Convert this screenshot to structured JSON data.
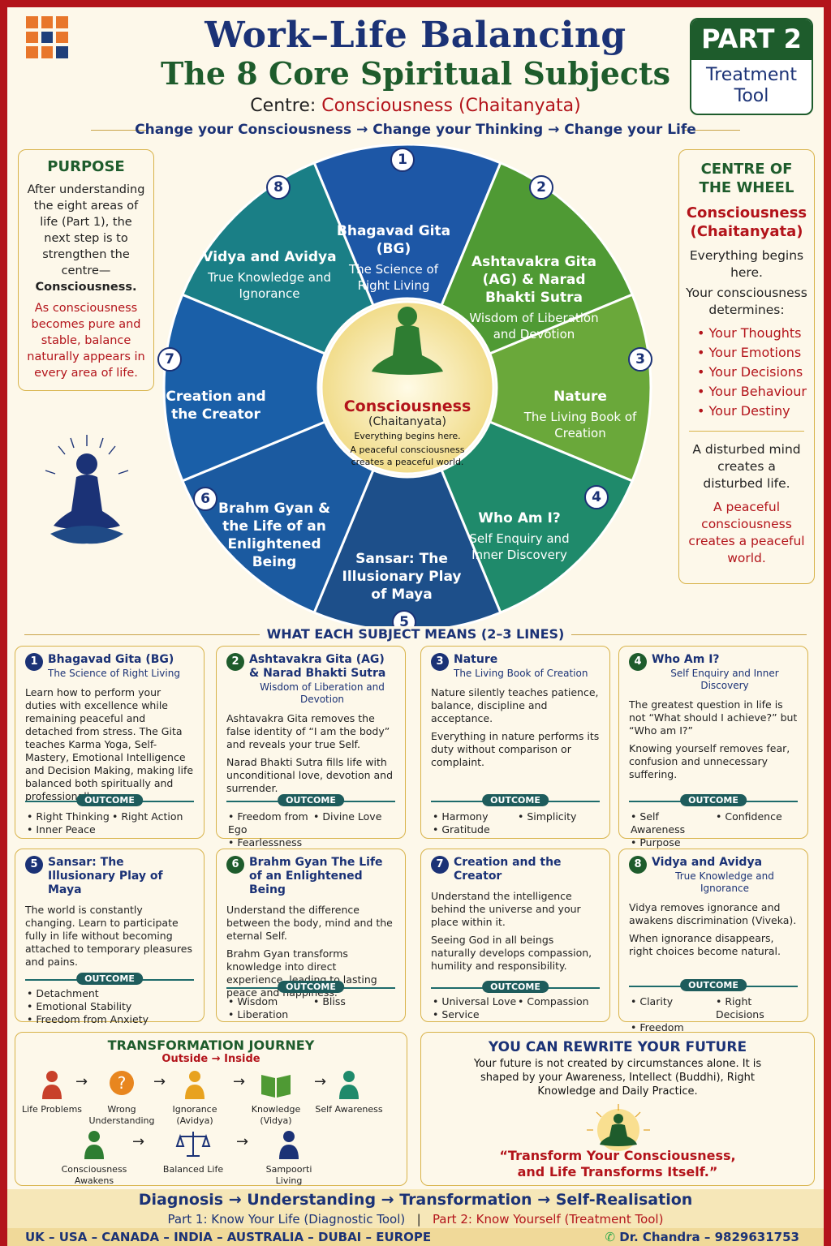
{
  "header": {
    "title": "Work–Life Balancing",
    "subtitle": "The 8 Core Spiritual Subjects",
    "centre_label": "Centre:",
    "centre_value": "Consciousness (Chaitanyata)",
    "tagline": "Change your Consciousness → Change your Thinking → Change your Life",
    "part_title": "PART 2",
    "part_sub": "Treatment Tool"
  },
  "purpose": {
    "heading": "PURPOSE",
    "text": "After understanding the eight areas of life (Part 1), the next step is to strengthen the centre—",
    "bold": "Consciousness.",
    "red": "As consciousness becomes pure and stable, balance naturally appears in every area of life."
  },
  "centre_box": {
    "heading": "CENTRE OF THE WHEEL",
    "red_title": "Consciousness (Chaitanyata)",
    "line1": "Everything begins here.",
    "line2": "Your consciousness determines:",
    "items": [
      "• Your Thoughts",
      "• Your Emotions",
      "• Your Decisions",
      "• Your Behaviour",
      "• Your Destiny"
    ],
    "line3": "A disturbed mind creates a disturbed life.",
    "red_end": "A peaceful consciousness creates a peaceful world."
  },
  "wheel": {
    "hub_title": "Consciousness",
    "hub_sub": "(Chaitanyata)",
    "hub_line1": "Everything begins here.",
    "hub_line2": "A peaceful consciousness creates a peaceful world.",
    "segments": [
      {
        "n": "1",
        "title": "Bhagavad Gita (BG)",
        "sub": "The Science of Right Living",
        "color": "#1d57a6"
      },
      {
        "n": "2",
        "title": "Ashtavakra Gita (AG) & Narad Bhakti Sutra",
        "sub": "Wisdom of Liberation and Devotion",
        "color": "#4f9a34"
      },
      {
        "n": "3",
        "title": "Nature",
        "sub": "The Living Book of Creation",
        "color": "#6aa83a"
      },
      {
        "n": "4",
        "title": "Who Am I?",
        "sub": "Self Enquiry and Inner Discovery",
        "color": "#1f8a6b"
      },
      {
        "n": "5",
        "title": "Sansar: The Illusionary Play of Maya",
        "sub": "",
        "color": "#1d4f8a"
      },
      {
        "n": "6",
        "title": "Brahm Gyan & the Life of an Enlightened Being",
        "sub": "",
        "color": "#1b5aa0"
      },
      {
        "n": "7",
        "title": "Creation and the Creator",
        "sub": "",
        "color": "#1a5fa8"
      },
      {
        "n": "8",
        "title": "Vidya and Avidya",
        "sub": "True Knowledge and Ignorance",
        "color": "#1a7f86"
      }
    ]
  },
  "section_title": "WHAT EACH SUBJECT MEANS (2–3 LINES)",
  "outcome_label": "OUTCOME",
  "cards": [
    {
      "n": "1",
      "title": "Bhagavad Gita (BG)",
      "sub": "The Science of Right Living",
      "body": [
        "Learn how to perform your duties with excellence while remaining peaceful and detached from stress. The Gita teaches Karma Yoga, Self-Mastery, Emotional Intelligence and Decision Making, making life balanced both spiritually and professionally."
      ],
      "outcomes": [
        "• Right Thinking",
        "• Right Action",
        "• Inner Peace"
      ]
    },
    {
      "n": "2",
      "title": "Ashtavakra Gita (AG) & Narad Bhakti Sutra",
      "sub": "Wisdom of Liberation and Devotion",
      "body": [
        "Ashtavakra Gita removes the false identity of “I am the body” and reveals your true Self.",
        "Narad Bhakti Sutra fills life with unconditional love, devotion and surrender."
      ],
      "outcomes": [
        "• Freedom from Ego",
        "• Divine Love",
        "• Fearlessness"
      ]
    },
    {
      "n": "3",
      "title": "Nature",
      "sub": "The Living Book of Creation",
      "body": [
        "Nature silently teaches patience, balance, discipline and acceptance.",
        "Everything in nature performs its duty without comparison or complaint."
      ],
      "outcomes": [
        "• Harmony",
        "• Simplicity",
        "• Gratitude"
      ]
    },
    {
      "n": "4",
      "title": "Who Am I?",
      "sub": "Self Enquiry and Inner Discovery",
      "body": [
        "The greatest question in life is not “What should I achieve?” but “Who am I?”",
        "Knowing yourself removes fear, confusion and unnecessary suffering."
      ],
      "outcomes": [
        "• Self Awareness",
        "• Confidence",
        "• Purpose"
      ]
    },
    {
      "n": "5",
      "title": "Sansar: The Illusionary Play of Maya",
      "sub": "",
      "body": [
        "The world is constantly changing. Learn to participate fully in life without becoming attached to temporary pleasures and pains."
      ],
      "outcomes": [
        "• Detachment",
        "• Emotional Stability",
        "• Freedom from Anxiety"
      ]
    },
    {
      "n": "6",
      "title": "Brahm Gyan The Life of an Enlightened Being",
      "sub": "",
      "body": [
        "Understand the difference between the body, mind and the eternal Self.",
        "Brahm Gyan transforms knowledge into direct experience, leading to lasting peace and happiness."
      ],
      "outcomes": [
        "• Wisdom",
        "• Bliss",
        "• Liberation"
      ]
    },
    {
      "n": "7",
      "title": "Creation and the Creator",
      "sub": "",
      "body": [
        "Understand the intelligence behind the universe and your place within it.",
        "Seeing God in all beings naturally develops compassion, humility and responsibility."
      ],
      "outcomes": [
        "• Universal Love",
        "• Compassion",
        "• Service"
      ]
    },
    {
      "n": "8",
      "title": "Vidya and Avidya",
      "sub": "True Knowledge and Ignorance",
      "body": [
        "Vidya removes ignorance and awakens discrimination (Viveka).",
        "When ignorance disappears, right choices become natural."
      ],
      "outcomes": [
        "• Clarity",
        "• Right Decisions",
        "• Freedom"
      ]
    }
  ],
  "journey": {
    "heading": "TRANSFORMATION JOURNEY",
    "sub": "Outside → Inside",
    "row1": [
      "Life Problems",
      "Wrong Understanding",
      "Ignorance (Avidya)",
      "Knowledge (Vidya)",
      "Self Awareness"
    ],
    "row2": [
      "Consciousness Awakens",
      "Balanced Life",
      "Sampoorti Living"
    ]
  },
  "rewrite": {
    "heading": "YOU CAN REWRITE YOUR FUTURE",
    "text": "Your future is not created by circumstances alone. It is shaped by your Awareness, Intellect (Buddhi), Right Knowledge and Daily Practice.",
    "quote": "“Transform Your Consciousness, and Life Transforms Itself.”"
  },
  "footer": {
    "flow": "Diagnosis → Understanding → Transformation → Self-Realisation",
    "part1": "Part 1: Know Your Life (Diagnostic Tool)",
    "divider": "|",
    "part2": "Part 2: Know Yourself (Treatment Tool)",
    "countries": "UK – USA – CANADA – INDIA – AUSTRALIA – DUBAI – EUROPE",
    "contact": "Dr. Chandra – 9829631753"
  },
  "colors": {
    "red": "#b3141b",
    "navy": "#1b3276",
    "green": "#1e5c2c",
    "gold": "#d8b34a"
  }
}
